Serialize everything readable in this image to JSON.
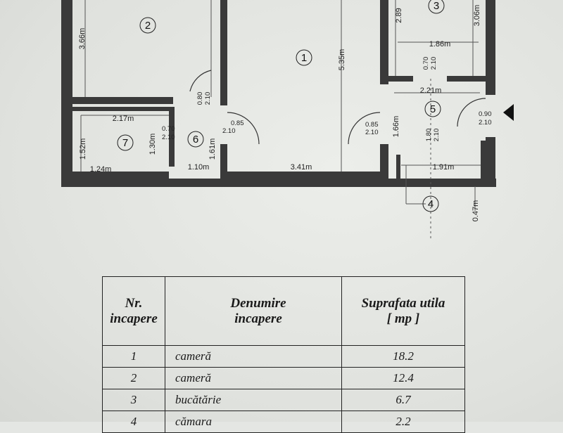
{
  "plan": {
    "room_numbers": [
      "1",
      "2",
      "3",
      "4",
      "5",
      "6",
      "7"
    ],
    "dimensions": [
      "3.66m",
      "5.35m",
      "2.89",
      "3.06m",
      "1.86m",
      "2.21m",
      "1.66m",
      "2.17m",
      "1.52m",
      "1.30m",
      "1.61m",
      "1.24m",
      "1.10m",
      "3.41m",
      "1.91m",
      "0.47m"
    ],
    "doors": [
      {
        "w": "0.80",
        "h": "2.10"
      },
      {
        "w": "0.85",
        "h": "2.10"
      },
      {
        "w": "0.70",
        "h": "2.10"
      },
      {
        "w": "0.85",
        "h": "2.10"
      },
      {
        "w": "0.70",
        "h": "2.10"
      },
      {
        "w": "1.80",
        "h": "2.10"
      },
      {
        "w": "0.90",
        "h": "2.10"
      }
    ]
  },
  "table": {
    "headers": [
      {
        "l1": "Nr.",
        "l2": "incapere"
      },
      {
        "l1": "Denumire",
        "l2": "incapere"
      },
      {
        "l1": "Suprafata utila",
        "l2": "[ mp ]"
      }
    ],
    "rows": [
      {
        "nr": "1",
        "name": "cameră",
        "area": "18.2"
      },
      {
        "nr": "2",
        "name": "cameră",
        "area": "12.4"
      },
      {
        "nr": "3",
        "name": "bucătărie",
        "area": "6.7"
      },
      {
        "nr": "4",
        "name": "cămara",
        "area": "2.2"
      }
    ]
  }
}
